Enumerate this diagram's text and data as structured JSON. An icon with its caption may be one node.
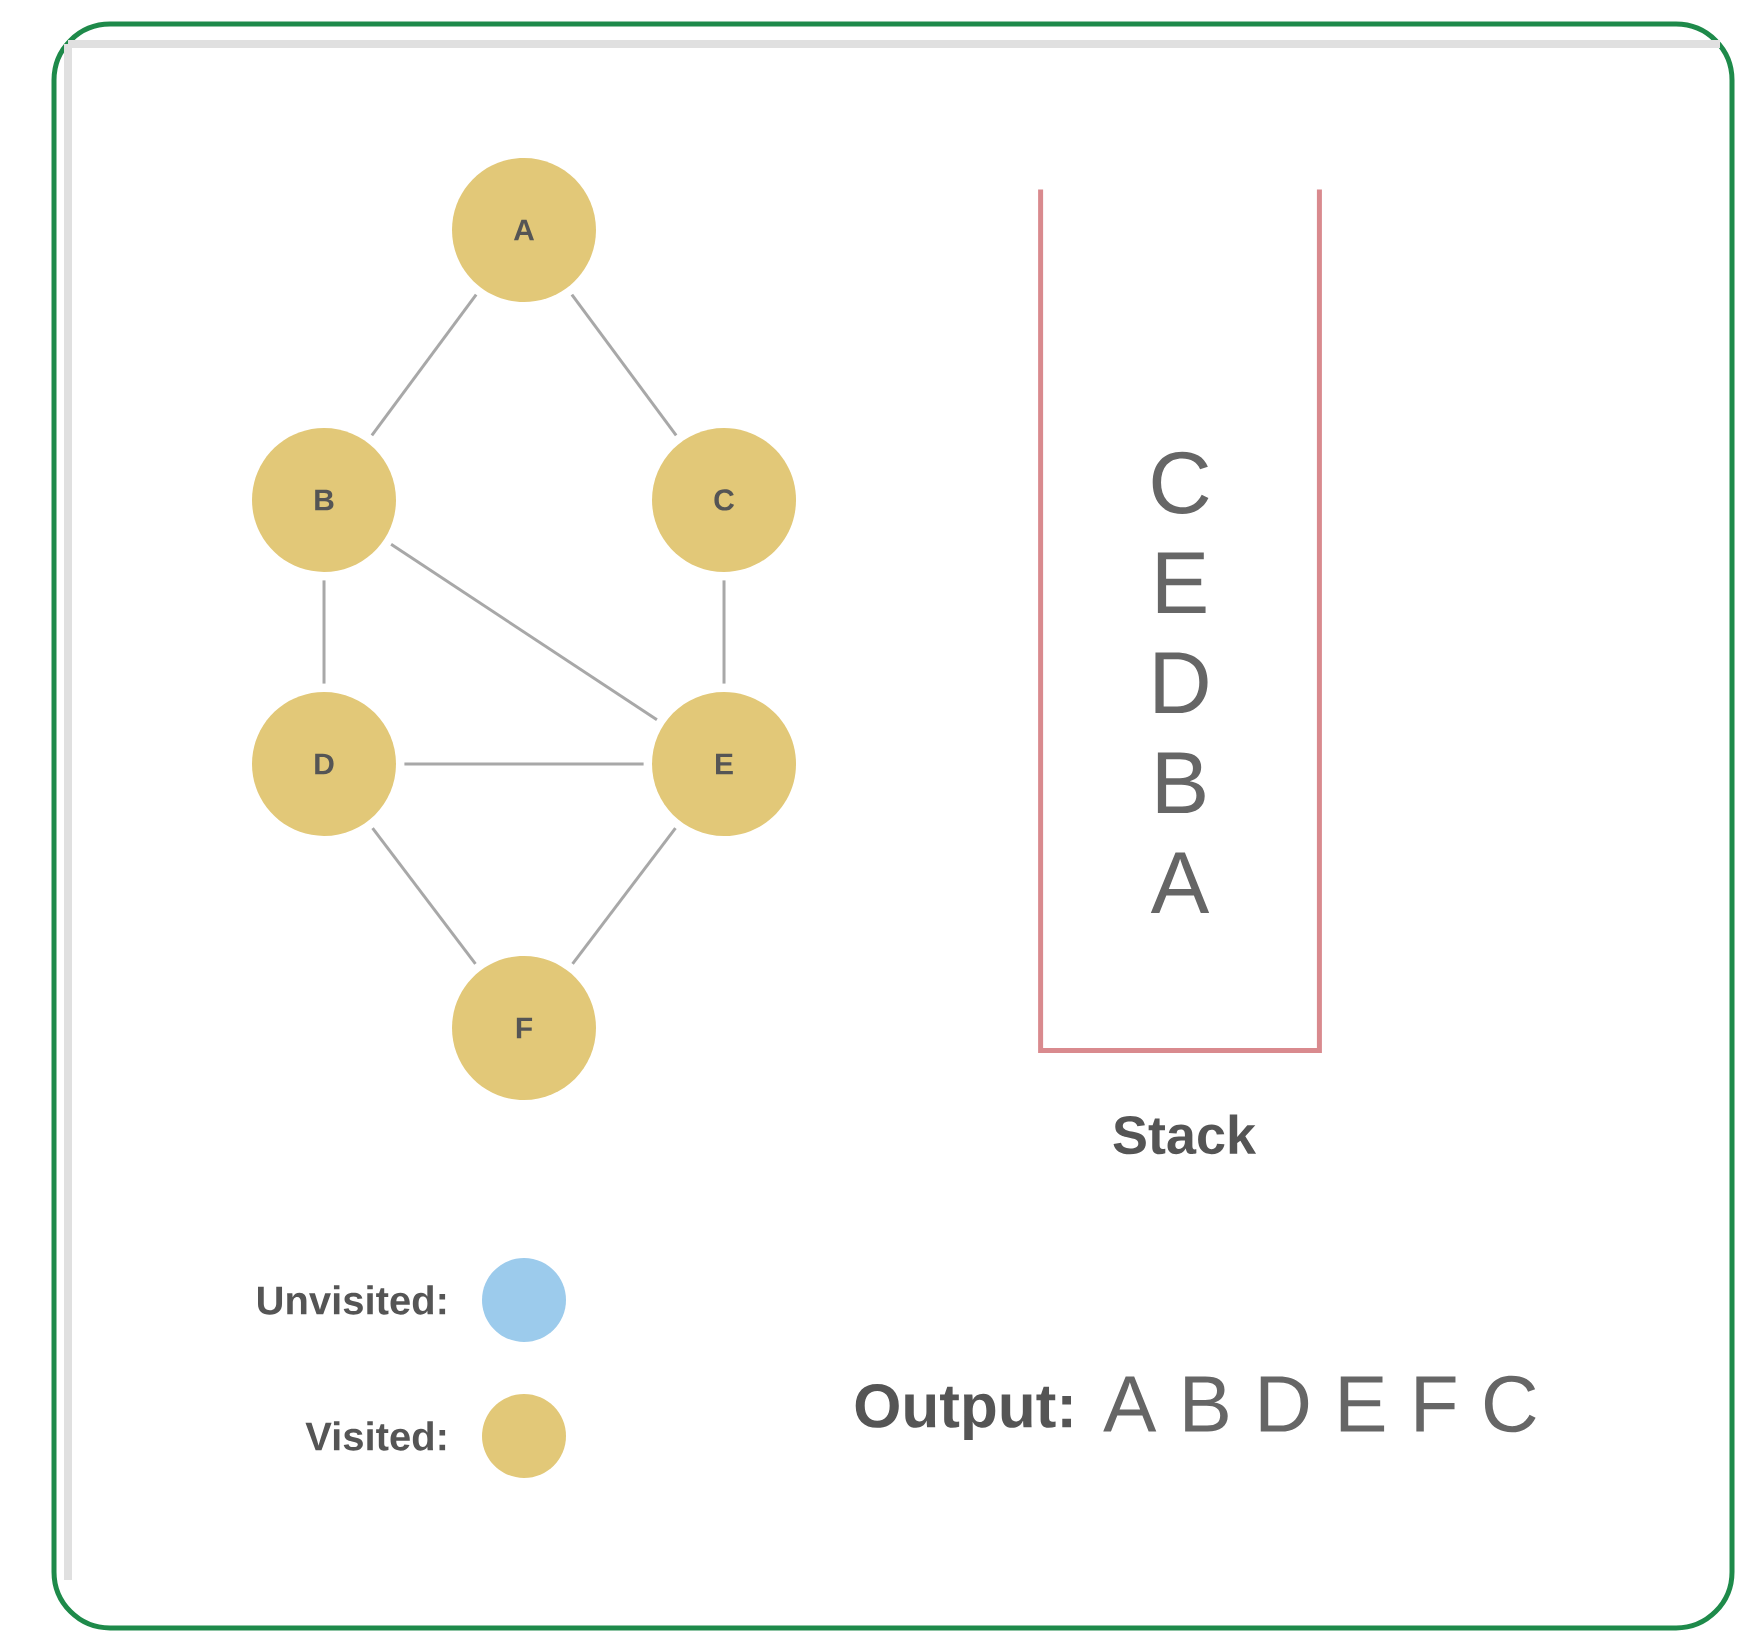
{
  "diagram": {
    "nodes": [
      {
        "text": [
          "A"
        ]
      },
      {
        "text": [
          "B"
        ]
      },
      {
        "text": [
          "C"
        ]
      },
      {
        "text": [
          "D"
        ]
      },
      {
        "text": [
          "E"
        ]
      },
      {
        "text": [
          "F"
        ]
      },
      {
        "text": [
          "C",
          "E",
          "D",
          "B",
          "A"
        ],
        "beside": [
          "Stack"
        ]
      }
    ],
    "edges": [
      {
        "from": 0,
        "to": 1,
        "arrow": "none"
      },
      {
        "from": 0,
        "to": 2,
        "arrow": "none"
      },
      {
        "from": 1,
        "to": 3,
        "arrow": "none"
      },
      {
        "from": 1,
        "to": 4,
        "arrow": "none"
      },
      {
        "from": 2,
        "to": 4,
        "arrow": "none"
      },
      {
        "from": 3,
        "to": 4,
        "arrow": "none"
      },
      {
        "from": 3,
        "to": 5,
        "arrow": "none"
      },
      {
        "from": 4,
        "to": 5,
        "arrow": "none"
      }
    ],
    "labels": [
      "Output:",
      "A B D E F C"
    ],
    "legend": [
      {
        "text": "Unvisited:",
        "color": "#9ccbec"
      },
      {
        "text": "Visited:",
        "color": "#e2c878"
      }
    ]
  }
}
